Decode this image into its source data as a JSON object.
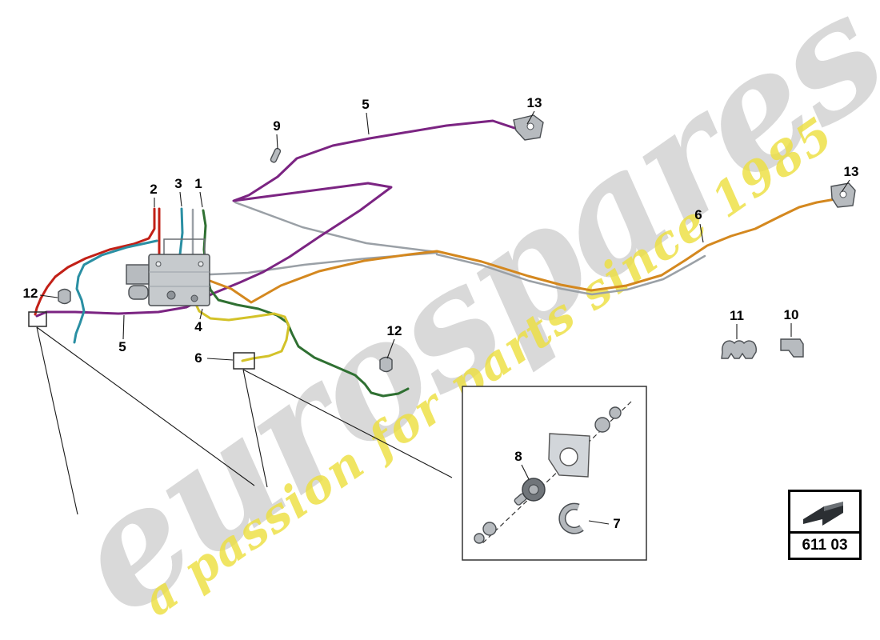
{
  "watermark": {
    "brand": "eurospares",
    "tagline": "a passion for parts since 1985"
  },
  "part_code": {
    "code": "611 03"
  },
  "callouts": [
    {
      "id": "1"
    },
    {
      "id": "2"
    },
    {
      "id": "3"
    },
    {
      "id": "4"
    },
    {
      "id": "5"
    },
    {
      "id": "5"
    },
    {
      "id": "6"
    },
    {
      "id": "6"
    },
    {
      "id": "7"
    },
    {
      "id": "8"
    },
    {
      "id": "9"
    },
    {
      "id": "10"
    },
    {
      "id": "11"
    },
    {
      "id": "12"
    },
    {
      "id": "12"
    },
    {
      "id": "13"
    },
    {
      "id": "13"
    }
  ],
  "colors": {
    "purple": "#7b2482",
    "orange": "#d4881f",
    "green": "#2f7032",
    "yellow": "#d3c229",
    "red": "#c22017",
    "teal": "#2a8fa3",
    "gray_pipe": "#9aa0a6",
    "watermark_gray": "#d9d9d9",
    "watermark_yellow": "#ece13c"
  }
}
